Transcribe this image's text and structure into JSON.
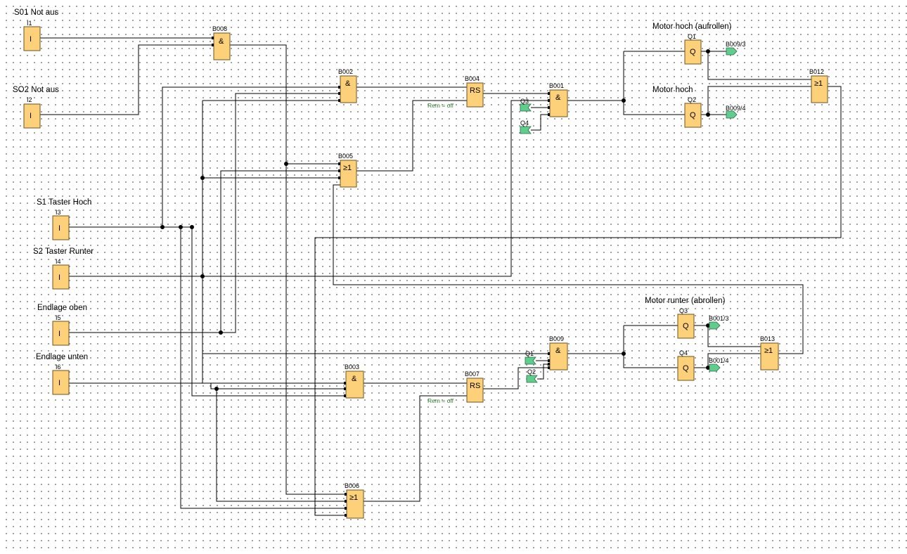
{
  "diagram": {
    "colors": {
      "block_fill": "#fdd07a",
      "flag_fill": "#5fce8c",
      "wire": "#000000",
      "remanence_text": "#2e7d32"
    },
    "inputs": [
      {
        "id": "I1",
        "label": "S01 Not aus",
        "symbol": "I"
      },
      {
        "id": "I2",
        "label": "SO2 Not aus",
        "symbol": "I"
      },
      {
        "id": "I3",
        "label": "S1 Taster Hoch",
        "symbol": "I"
      },
      {
        "id": "I4",
        "label": "S2 Taster Runter",
        "symbol": "I"
      },
      {
        "id": "I5",
        "label": "Endlage oben",
        "symbol": "I"
      },
      {
        "id": "I6",
        "label": "Endlage unten",
        "symbol": "I"
      }
    ],
    "blocks": [
      {
        "id": "B008",
        "symbol": "&"
      },
      {
        "id": "B002",
        "symbol": "&"
      },
      {
        "id": "B004",
        "symbol": "RS",
        "remanence": "Rem = off"
      },
      {
        "id": "B001",
        "symbol": "&"
      },
      {
        "id": "B005",
        "symbol": "≥1"
      },
      {
        "id": "B012",
        "symbol": "≥1"
      },
      {
        "id": "B003",
        "symbol": "&"
      },
      {
        "id": "B007",
        "symbol": "RS",
        "remanence": "Rem = off"
      },
      {
        "id": "B009",
        "symbol": "&"
      },
      {
        "id": "B013",
        "symbol": "≥1"
      },
      {
        "id": "B006",
        "symbol": "≥1"
      }
    ],
    "outputs": [
      {
        "id": "Q1",
        "label": "Motor hoch (aufrollen)",
        "symbol": "Q"
      },
      {
        "id": "Q2",
        "label": "Motor hoch",
        "symbol": "Q"
      },
      {
        "id": "Q3",
        "label": "Motor runter (abrollen)",
        "symbol": "Q"
      },
      {
        "id": "Q4",
        "label": "",
        "symbol": "Q"
      }
    ],
    "flags": [
      {
        "id": "flag-b009-3",
        "text": "B009/3"
      },
      {
        "id": "flag-b009-4",
        "text": "B009/4"
      },
      {
        "id": "flag-b001-3",
        "text": "B001/3"
      },
      {
        "id": "flag-b001-4",
        "text": "B001/4"
      },
      {
        "id": "flag-q3-b001",
        "text": "Q3"
      },
      {
        "id": "flag-q4-b001",
        "text": "Q4"
      },
      {
        "id": "flag-q1-b009",
        "text": "Q1"
      },
      {
        "id": "flag-q2-b009",
        "text": "Q2"
      }
    ]
  }
}
